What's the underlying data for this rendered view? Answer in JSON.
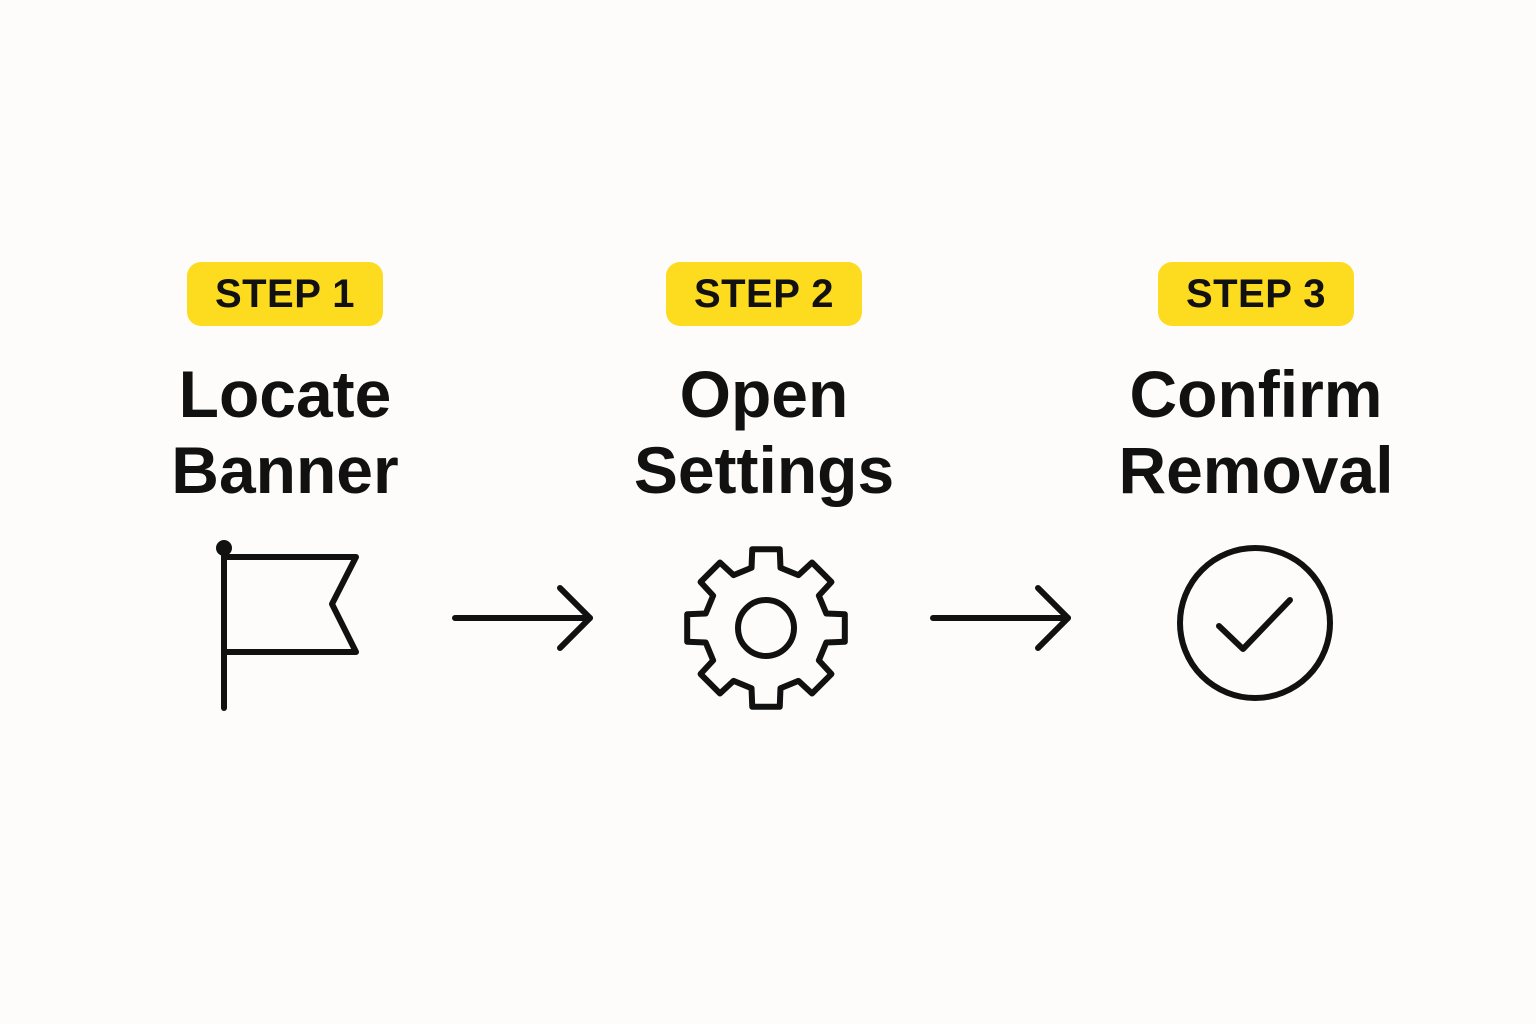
{
  "colors": {
    "background": "#fdfcfb",
    "badge": "#fddb1e",
    "ink": "#111111"
  },
  "steps": [
    {
      "badge": "STEP 1",
      "title_line1": "Locate",
      "title_line2": "Banner",
      "icon": "flag-icon"
    },
    {
      "badge": "STEP 2",
      "title_line1": "Open",
      "title_line2": "Settings",
      "icon": "gear-icon"
    },
    {
      "badge": "STEP 3",
      "title_line1": "Confirm",
      "title_line2": "Removal",
      "icon": "check-circle-icon"
    }
  ],
  "connectors": [
    {
      "icon": "arrow-right-icon"
    },
    {
      "icon": "arrow-right-icon"
    }
  ]
}
